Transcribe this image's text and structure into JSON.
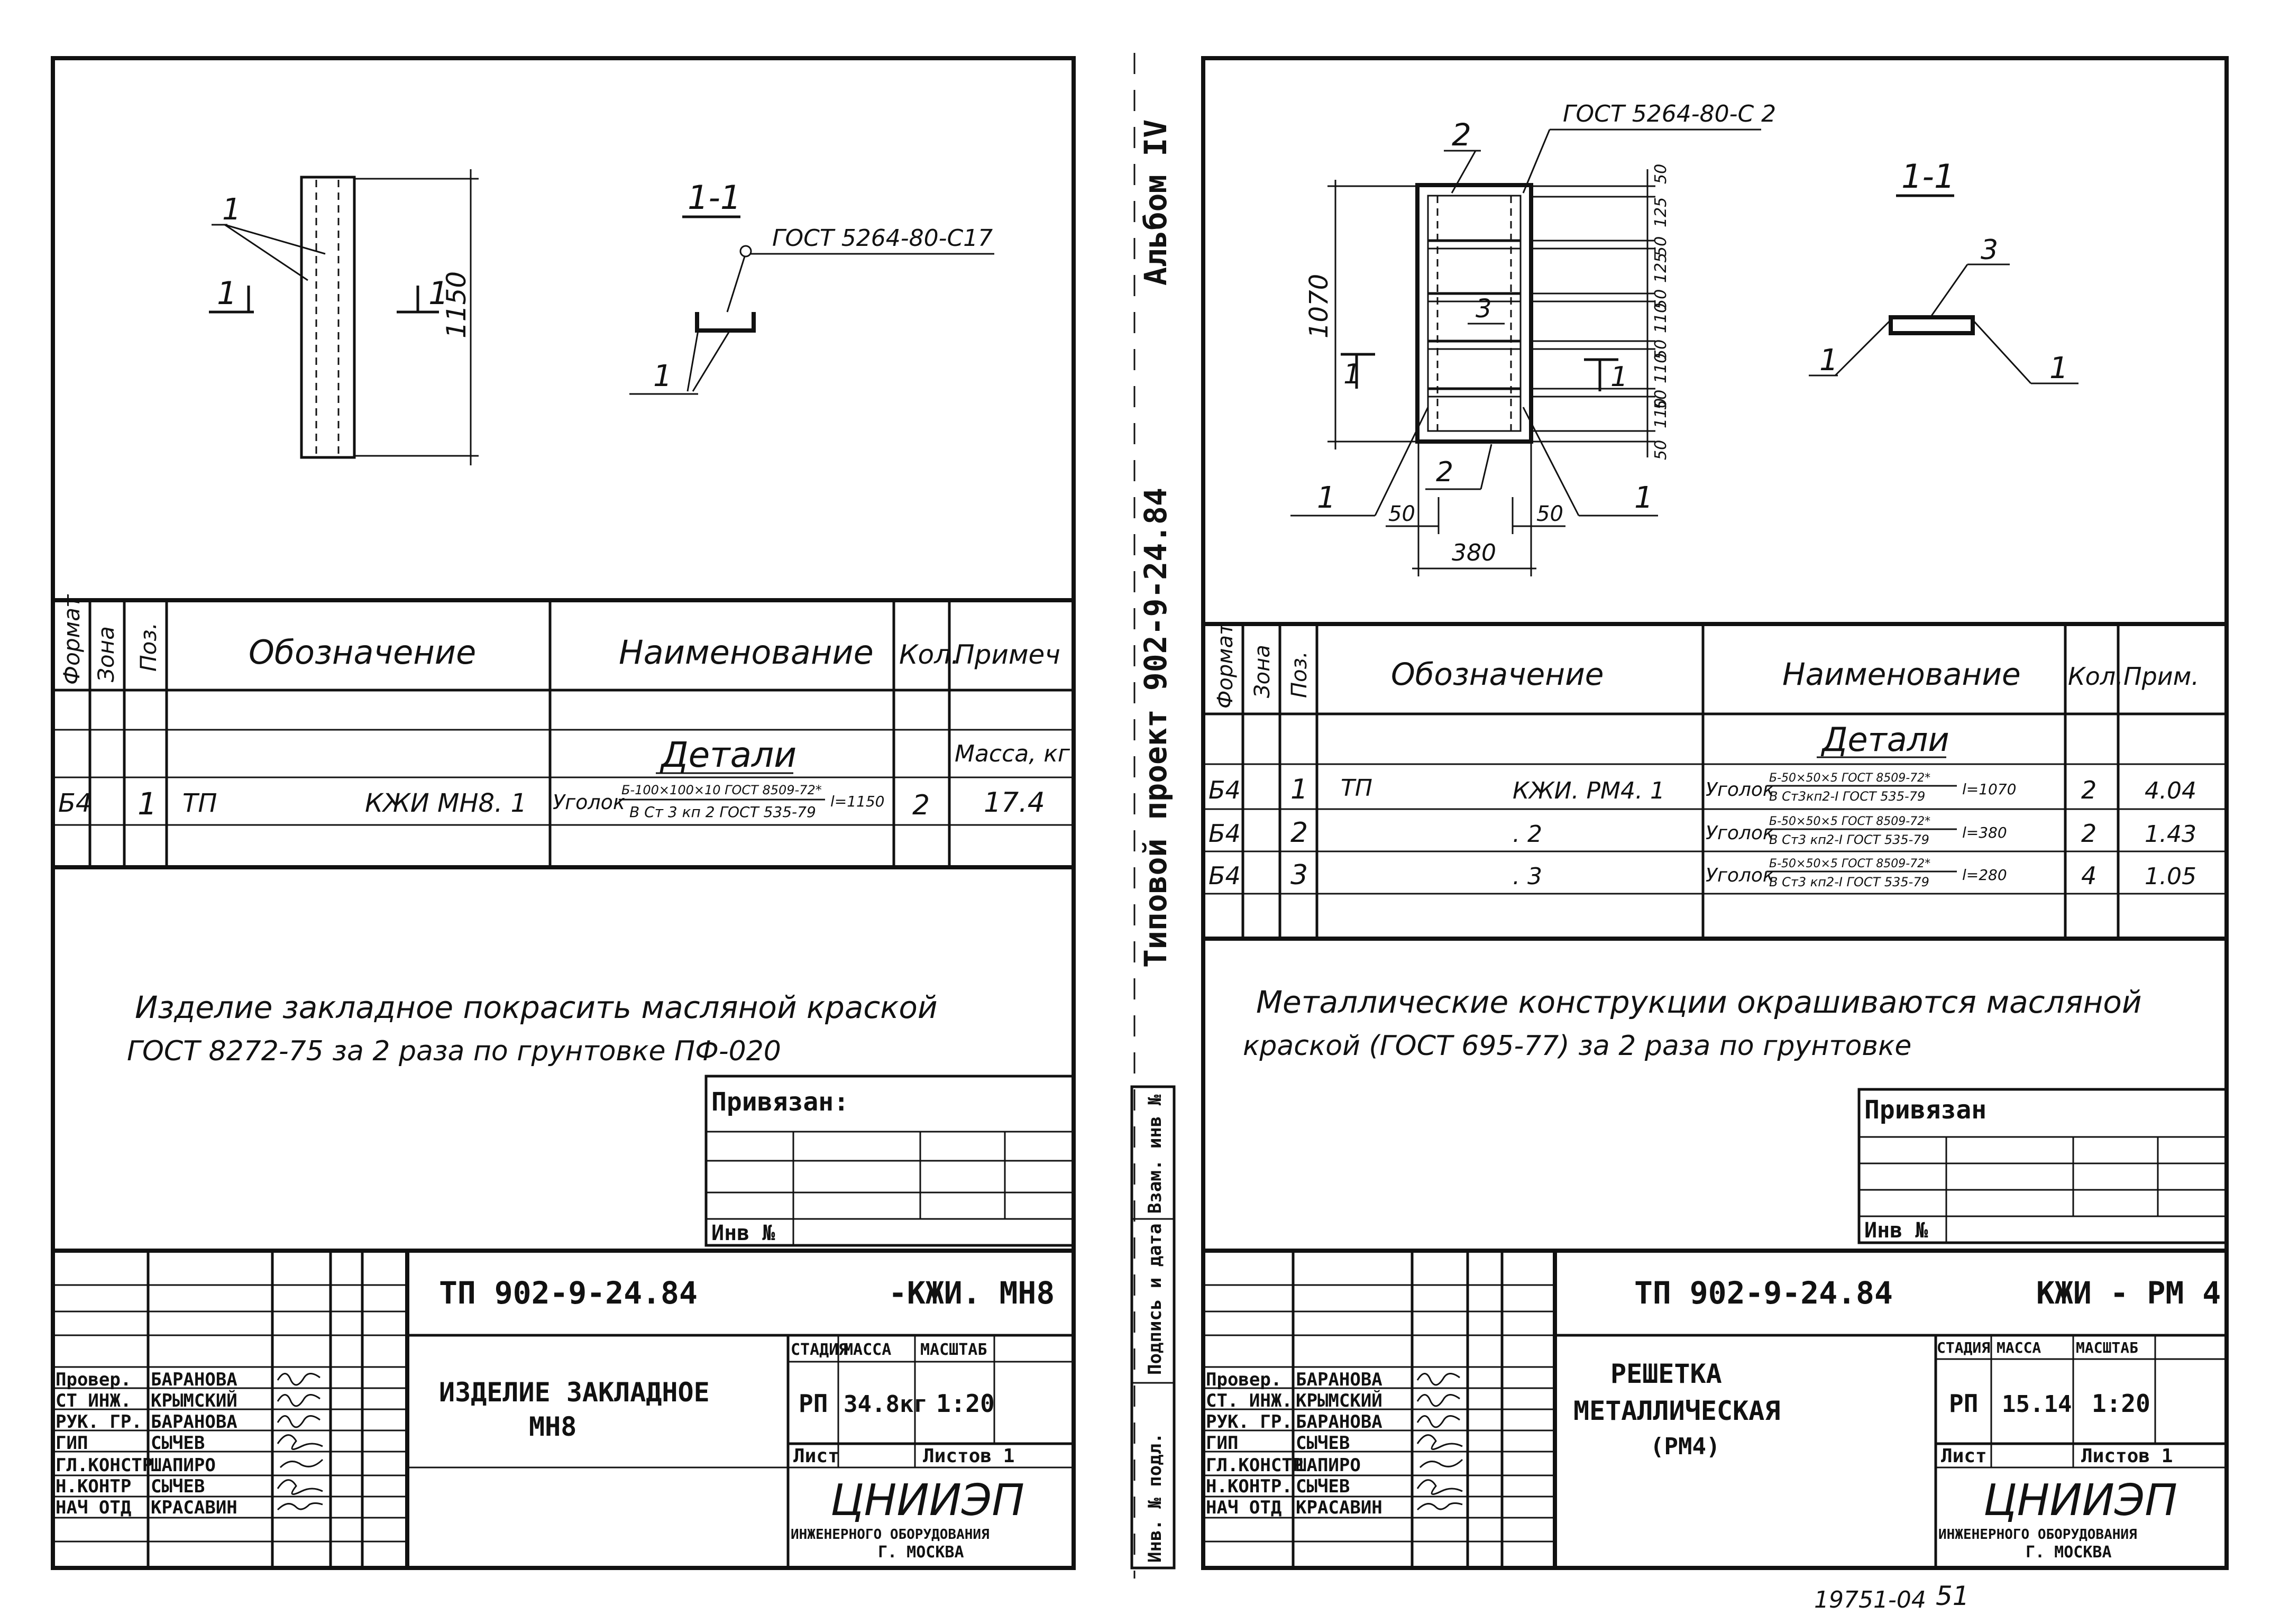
{
  "left": {
    "drawing": {
      "pos_label": "1",
      "view_marks": [
        "1",
        "1"
      ],
      "dimension": "1150",
      "section_title": "1-1",
      "gost_note": "ГОСТ 5264-80-С17",
      "section_pos": "1"
    },
    "spec": {
      "headers": {
        "format": "Формат",
        "zone": "Зона",
        "pos": "Поз.",
        "designation": "Обозначение",
        "name": "Наименование",
        "qty": "Кол.",
        "note": "Примеч"
      },
      "section_title": "Детали",
      "mass_label": "Масса, кг",
      "rows": [
        {
          "format": "Б4",
          "pos": "1",
          "doc": "ТП",
          "code": "КЖИ МН8. 1",
          "name_prefix": "Уголок",
          "name_top": "Б-100×100×10 ГОСТ 8509-72*",
          "name_bottom": "В Ст 3 кп 2 ГОСТ 535-79",
          "length": "l=1150",
          "qty": "2",
          "mass": "17.4"
        }
      ]
    },
    "note": {
      "line1": "Изделие закладное покрасить масляной краской",
      "line2": "ГОСТ 8272-75  за 2 раза  по грунтовке  ПФ-020"
    },
    "bound": {
      "label": "Привязан:",
      "inv": "Инв №"
    },
    "stamp": {
      "code_left": "ТП 902-9-24.84",
      "code_right": "-КЖИ. МН8",
      "title_line1": "ИЗДЕЛИЕ ЗАКЛАДНОЕ",
      "title_line2": "МН8",
      "stage_label": "СТАДИЯ",
      "mass_label": "МАССА",
      "scale_label": "МАСШТАБ",
      "stage": "РП",
      "mass": "34.8кг",
      "scale": "1:20",
      "sheet_label": "Лист",
      "sheets_label": "Листов 1",
      "org": "ЦНИИЭП",
      "org_sub": "ИНЖЕНЕРНОГО ОБОРУДОВАНИЯ",
      "org_city": "Г. МОСКВА",
      "people": [
        {
          "role": "Провер.",
          "name": "БАРАНОВА"
        },
        {
          "role": "СТ ИНЖ.",
          "name": "КРЫМСКИЙ"
        },
        {
          "role": "РУК. ГР.",
          "name": "БАРАНОВА"
        },
        {
          "role": "ГИП",
          "name": "СЫЧЕВ"
        },
        {
          "role": "ГЛ.КОНСТР",
          "name": "ШАПИРО"
        },
        {
          "role": "Н.КОНТР",
          "name": "СЫЧЕВ"
        },
        {
          "role": "НАЧ ОТД",
          "name": "КРАСАВИН"
        }
      ]
    }
  },
  "middle": {
    "album": "Альбом IV",
    "project": "Типовой проект 902-9-24.84",
    "stamp_cells": [
      "Инв. № подл.",
      "Подпись и дата",
      "Взам. инв №"
    ]
  },
  "right": {
    "drawing": {
      "gost_note": "ГОСТ 5264-80-С 2",
      "pos2": "2",
      "pos3": "3",
      "pos1": "1",
      "height": "1070",
      "spacings": [
        "50",
        "125",
        "50",
        "125",
        "50",
        "110",
        "50",
        "110",
        "50",
        "110",
        "50"
      ],
      "width": "380",
      "edge_left": "50",
      "edge_right": "50",
      "view_marks": [
        "1",
        "1"
      ],
      "section_title": "1-1",
      "section_pos3": "3",
      "section_pos1": "1"
    },
    "spec": {
      "headers": {
        "format": "Формат",
        "zone": "Зона",
        "pos": "Поз.",
        "designation": "Обозначение",
        "name": "Наименование",
        "qty": "Кол.",
        "note": "Прим."
      },
      "section_title": "Детали",
      "rows": [
        {
          "format": "Б4",
          "pos": "1",
          "doc": "ТП",
          "code": "КЖИ. РМ4. 1",
          "name_prefix": "Уголок",
          "name_top": "Б-50×50×5 ГОСТ 8509-72*",
          "name_bottom": "В Ст3кп2-I ГОСТ 535-79",
          "length": "l=1070",
          "qty": "2",
          "mass": "4.04"
        },
        {
          "format": "Б4",
          "pos": "2",
          "doc": "",
          "code": ". 2",
          "name_prefix": "Уголок",
          "name_top": "Б-50×50×5 ГОСТ 8509-72*",
          "name_bottom": "В Ст3 кп2-I ГОСТ 535-79",
          "length": "l=380",
          "qty": "2",
          "mass": "1.43"
        },
        {
          "format": "Б4",
          "pos": "3",
          "doc": "",
          "code": ". 3",
          "name_prefix": "Уголок",
          "name_top": "Б-50×50×5 ГОСТ 8509-72*",
          "name_bottom": "В Ст3 кп2-I ГОСТ 535-79",
          "length": "l=280",
          "qty": "4",
          "mass": "1.05"
        }
      ]
    },
    "note": {
      "line1": "Металлические  конструкции  окрашиваются  масляной",
      "line2": "краской  (ГОСТ 695-77)  за 2 раза  по грунтовке"
    },
    "bound": {
      "label": "Привязан",
      "inv": "Инв №"
    },
    "stamp": {
      "code_left": "ТП 902-9-24.84",
      "code_right": "КЖИ - РМ 4",
      "title_line1": "РЕШЕТКА",
      "title_line2": "МЕТАЛЛИЧЕСКАЯ",
      "title_line3": "(РМ4)",
      "stage_label": "СТАДИЯ",
      "mass_label": "МАССА",
      "scale_label": "МАСШТАБ",
      "stage": "РП",
      "mass": "15.14",
      "scale": "1:20",
      "sheet_label": "Лист",
      "sheets_label": "Листов 1",
      "org": "ЦНИИЭП",
      "org_sub": "ИНЖЕНЕРНОГО ОБОРУДОВАНИЯ",
      "org_city": "Г. МОСКВА",
      "people": [
        {
          "role": "Провер.",
          "name": "БАРАНОВА"
        },
        {
          "role": "СТ. ИНЖ.",
          "name": "КРЫМСКИЙ"
        },
        {
          "role": "РУК. ГР.",
          "name": "БАРАНОВА"
        },
        {
          "role": "ГИП",
          "name": "СЫЧЕВ"
        },
        {
          "role": "ГЛ.КОНСТР",
          "name": "ШАПИРО"
        },
        {
          "role": "Н.КОНТР.",
          "name": "СЫЧЕВ"
        },
        {
          "role": "НАЧ ОТД",
          "name": "КРАСАВИН"
        }
      ]
    },
    "footer": {
      "code": "19751-04",
      "page": "51"
    }
  }
}
